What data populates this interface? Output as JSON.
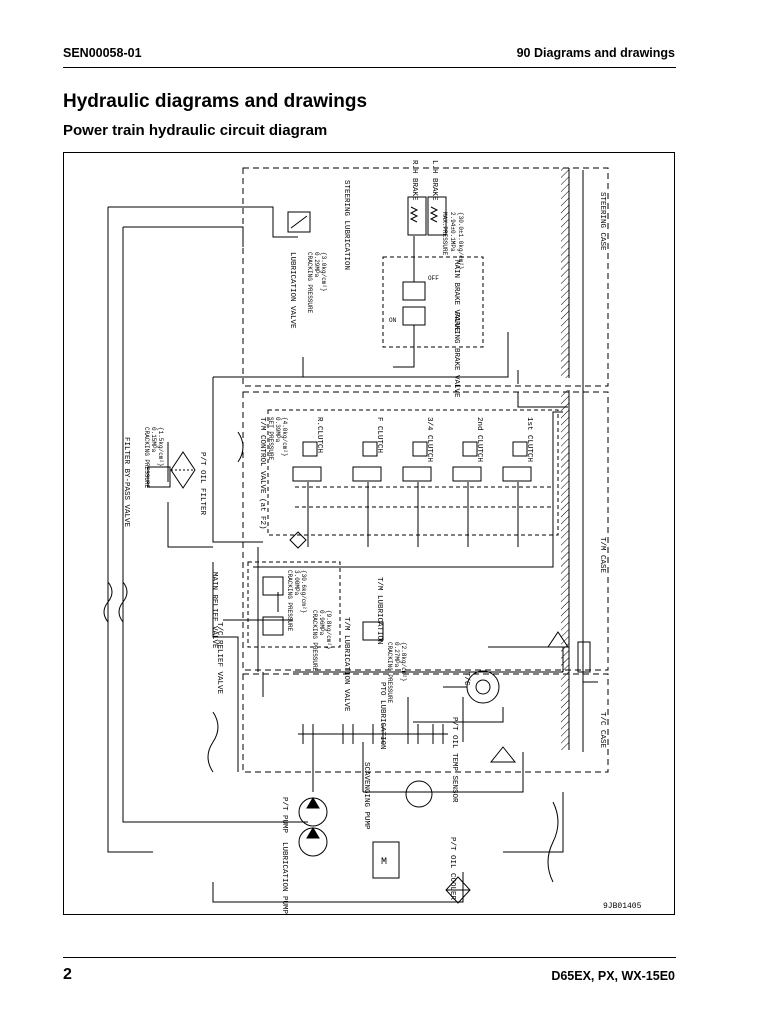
{
  "header": {
    "doc_code": "SEN00058-01",
    "section": "90 Diagrams and drawings"
  },
  "title": "Hydraulic diagrams and drawings",
  "subtitle": "Power train hydraulic circuit diagram",
  "diagram": {
    "figure_id": "9JB01405",
    "labels": {
      "steering_case": "STEERING CASE",
      "tm_case": "T/M CASE",
      "tc_case": "T/C CASE",
      "steering_lubrication": "STEERING LUBRICATION",
      "rh_brake": "R.H BRAKE",
      "lh_brake": "L.H BRAKE",
      "max_pressure": "MAX.PRESSURE",
      "max_pressure_val": "2.94±0.1MPa",
      "max_pressure_val2": "{30.0±1.0kg/cm²}",
      "main_brake_valve": "MAIN BRAKE VALVE",
      "parking_brake_valve": "PARKING BRAKE VALVE",
      "off": "OFF",
      "on": "ON",
      "lubrication_valve": "LUBRICATION VALVE",
      "cracking_pressure": "CRACKING PRESSURE",
      "lub_valve_val": "0.29MPa",
      "lub_valve_val2": "{3.0kg/cm²}",
      "filter_bypass_valve": "FILTER BY-PASS VALVE",
      "bypass_val": "0.15MPa",
      "bypass_val2": "{1.5kg/cm²}",
      "pt_oil_filter": "P/T OIL FILTER",
      "tm_control_valve": "T/M CONTROL VALVE (at F2)",
      "set_pressure": "SET PRESSURE",
      "set_val": "0.39MPa",
      "set_val2": "{4.0kg/cm²}",
      "r_clutch": "R.CLUTCH",
      "f_clutch": "F CLUTCH",
      "c34_clutch": "3/4 CLUTCH",
      "c2_clutch": "2nd CLUTCH",
      "c1_clutch": "1st CLUTCH",
      "main_relief_valve": "MAIN RELIEF VALVE",
      "main_relief_val": "3.00MPa",
      "main_relief_val2": "{30.6kg/cm²}",
      "tc_relief_valve": "T/C RELIEF VALVE",
      "tc_relief_val": "0.96MPa",
      "tc_relief_val2": "{9.8kg/cm²}",
      "tm_lubrication": "T/M LUBRICATION",
      "tm_lub_valve": "T/M LUBRICATION VALVE",
      "tm_lub_val": "0.27MPa",
      "tm_lub_val2": "{2.8kg/cm²}",
      "tc": "T/C",
      "pto_lubrication": "PTO LUBRICATION",
      "pt_oil_temp_sensor": "P/T OIL TEMP SENSOR",
      "scavenging_pump": "SCAVENGING PUMP",
      "pt_pump": "P/T PUMP",
      "lubrication_pump": "LUBRICATION PUMP",
      "pt_oil_cooler": "P/T OIL COOLER",
      "m": "M"
    }
  },
  "footer": {
    "page": "2",
    "model": "D65EX, PX, WX-15E0"
  }
}
